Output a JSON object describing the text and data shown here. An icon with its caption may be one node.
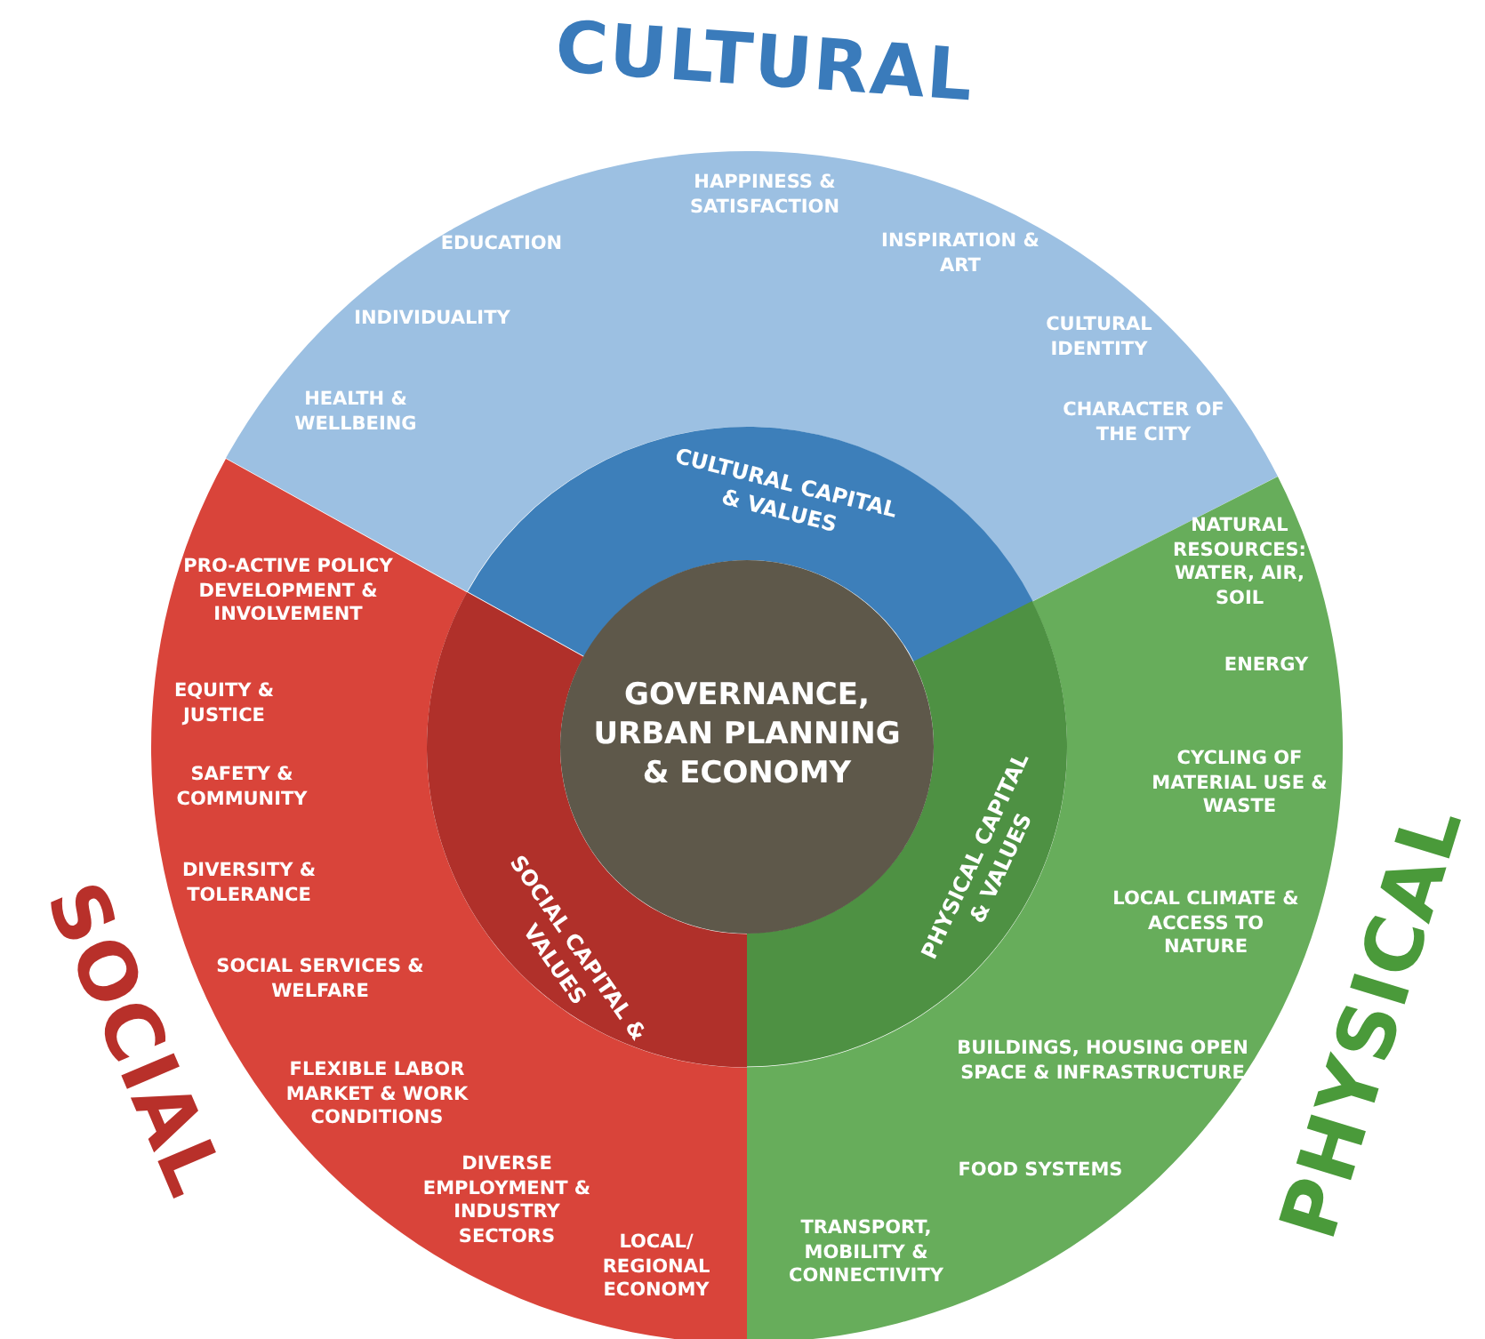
{
  "diagram": {
    "nodes": [
      {
        "text": [
          "CULTURAL",
          "HAPPINESS & SATISFACTION",
          "EDUCATION",
          "INSPIRATION & ART",
          "INDIVIDUALITY",
          "CULTURAL IDENTITY",
          "HEALTH & WELLBEING",
          "CHARACTER OF THE CITY"
        ]
      },
      {
        "text": [
          "CULTURAL CAPITAL & VALUES"
        ]
      },
      {
        "text": [
          "GOVERNANCE, URBAN PLANNING & ECONOMY"
        ]
      },
      {
        "text": [
          "SOCIAL CAPITAL & VALUES"
        ]
      },
      {
        "text": [
          "PHYSICAL CAPITAL & VALUES"
        ]
      },
      {
        "text": [
          "SOCIAL",
          "PRO-ACTIVE POLICY DEVELOPMENT & INVOLVEMENT",
          "EQUITY & JUSTICE",
          "SAFETY & COMMUNITY",
          "DIVERSITY & TOLERANCE",
          "SOCIAL SERVICES & WELFARE",
          "FLEXIBLE LABOR MARKET & WORK CONDITIONS",
          "DIVERSE EMPLOYMENT & INDUSTRY SECTORS",
          "LOCAL/ REGIONAL ECONOMY"
        ]
      },
      {
        "text": [
          "PHYSICAL",
          "NATURAL RESOURCES: WATER, AIR, SOIL",
          "ENERGY",
          "CYCLING OF MATERIAL USE & WASTE",
          "LOCAL CLIMATE & ACCESS TO NATURE",
          "BUILDINGS, HOUSING OPEN SPACE & INFRASTRUCTURE",
          "FOOD SYSTEMS",
          "TRANSPORT, MOBILITY & CONNECTIVITY"
        ]
      }
    ]
  }
}
